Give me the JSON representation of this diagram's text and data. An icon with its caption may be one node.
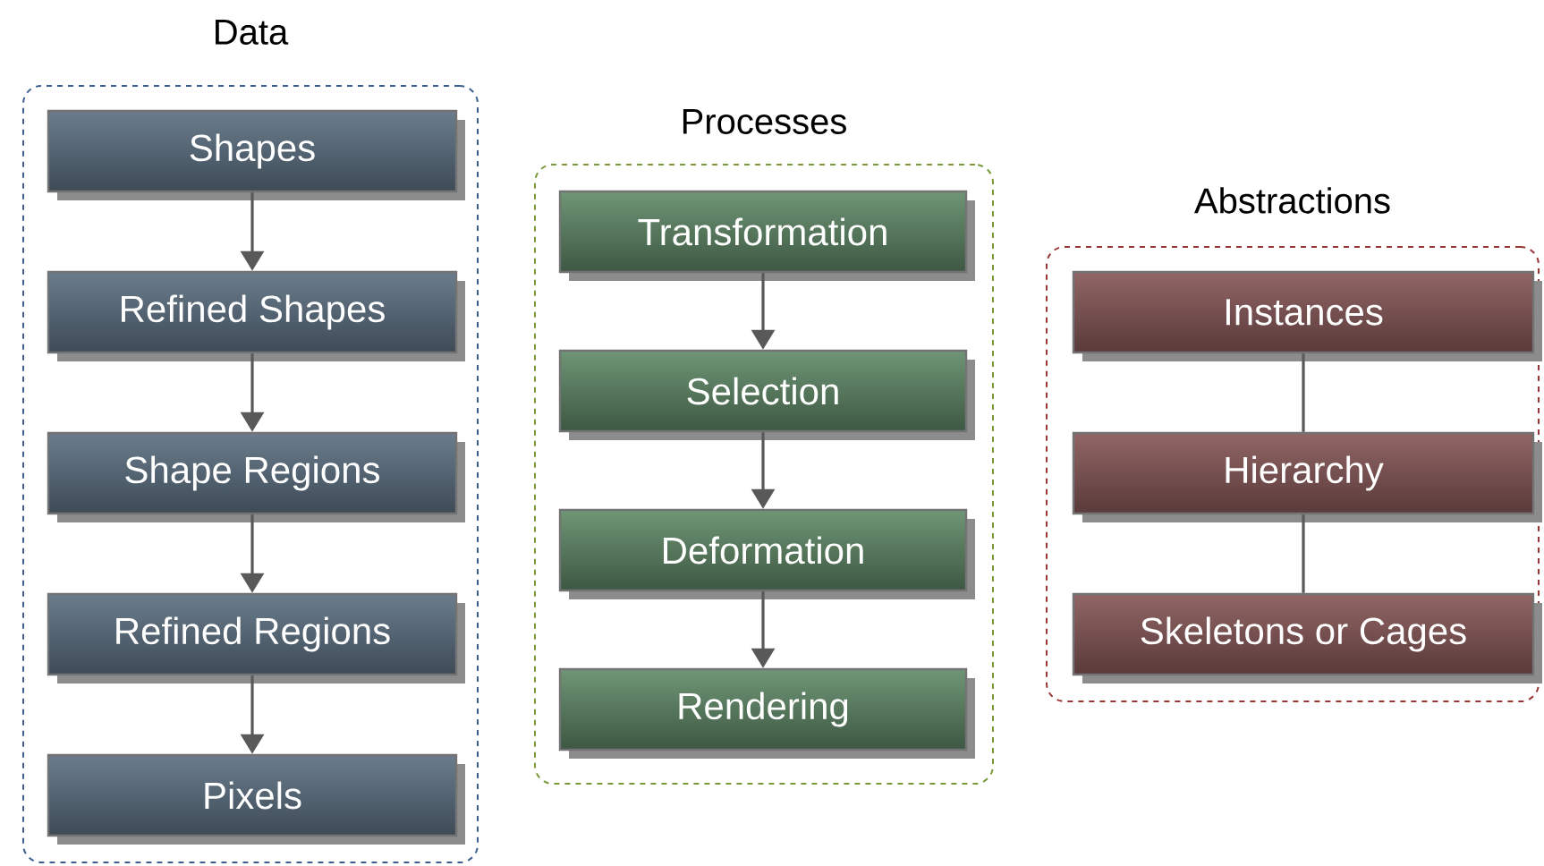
{
  "diagram": {
    "nodes": [
      {
        "text": [
          "Data"
        ]
      },
      {
        "text": [
          "Shapes"
        ],
        "in": 0
      },
      {
        "text": [
          "Refined Shapes"
        ],
        "in": 0
      },
      {
        "text": [
          "Shape Regions"
        ],
        "in": 0
      },
      {
        "text": [
          "Refined Regions"
        ],
        "in": 0
      },
      {
        "text": [
          "Pixels"
        ],
        "in": 0
      },
      {
        "text": [
          "Processes"
        ]
      },
      {
        "text": [
          "Transformation"
        ],
        "in": 6
      },
      {
        "text": [
          "Selection"
        ],
        "in": 6
      },
      {
        "text": [
          "Deformation"
        ],
        "in": 6
      },
      {
        "text": [
          "Rendering"
        ],
        "in": 6
      },
      {
        "text": [
          "Abstractions"
        ]
      },
      {
        "text": [
          "Instances"
        ],
        "in": 11
      },
      {
        "text": [
          "Hierarchy"
        ],
        "in": 11
      },
      {
        "text": [
          "Skeletons or Cages"
        ],
        "in": 11
      }
    ],
    "edges": [
      {
        "from": 1,
        "to": 2,
        "arrow": "to"
      },
      {
        "from": 2,
        "to": 3,
        "arrow": "to"
      },
      {
        "from": 3,
        "to": 4,
        "arrow": "to"
      },
      {
        "from": 4,
        "to": 5,
        "arrow": "to"
      },
      {
        "from": 7,
        "to": 8,
        "arrow": "to"
      },
      {
        "from": 8,
        "to": 9,
        "arrow": "to"
      },
      {
        "from": 9,
        "to": 10,
        "arrow": "to"
      },
      {
        "from": 12,
        "to": 13,
        "arrow": "none"
      },
      {
        "from": 13,
        "to": 14,
        "arrow": "none"
      }
    ]
  }
}
